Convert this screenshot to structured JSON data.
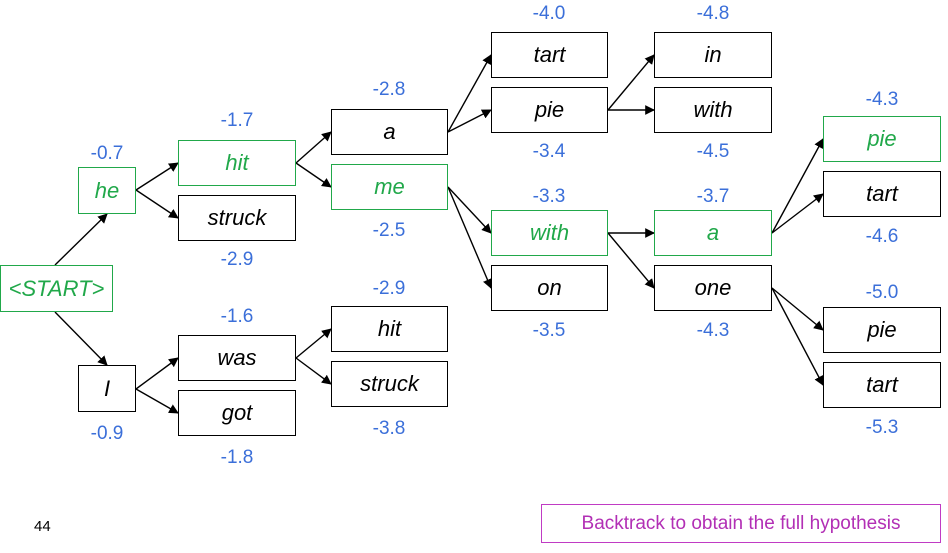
{
  "nodes": {
    "start": {
      "label": "<START>",
      "score": ""
    },
    "he": {
      "label": "he",
      "score": "-0.7"
    },
    "I": {
      "label": "I",
      "score": "-0.9"
    },
    "hit1": {
      "label": "hit",
      "score": "-1.7"
    },
    "struck1": {
      "label": "struck",
      "score": "-2.9"
    },
    "was": {
      "label": "was",
      "score": "-1.6"
    },
    "got": {
      "label": "got",
      "score": "-1.8"
    },
    "a1": {
      "label": "a",
      "score": "-2.8"
    },
    "me": {
      "label": "me",
      "score": "-2.5"
    },
    "hit2": {
      "label": "hit",
      "score": "-2.9"
    },
    "struck2": {
      "label": "struck",
      "score": "-3.8"
    },
    "tart1": {
      "label": "tart",
      "score": "-4.0"
    },
    "pie1": {
      "label": "pie",
      "score": "-3.4"
    },
    "with1": {
      "label": "with",
      "score": "-3.3"
    },
    "on": {
      "label": "on",
      "score": "-3.5"
    },
    "in": {
      "label": "in",
      "score": "-4.8"
    },
    "with2": {
      "label": "with",
      "score": "-4.5"
    },
    "a2": {
      "label": "a",
      "score": "-3.7"
    },
    "one": {
      "label": "one",
      "score": "-4.3"
    },
    "pie2": {
      "label": "pie",
      "score": "-4.3"
    },
    "tart2": {
      "label": "tart",
      "score": "-4.6"
    },
    "pie3": {
      "label": "pie",
      "score": "-5.0"
    },
    "tart3": {
      "label": "tart",
      "score": "-5.3"
    }
  },
  "highlight_color": "#21a84a",
  "score_color": "#3b6fd9",
  "slide_number": "44",
  "callout": "Backtrack to obtain the full hypothesis"
}
